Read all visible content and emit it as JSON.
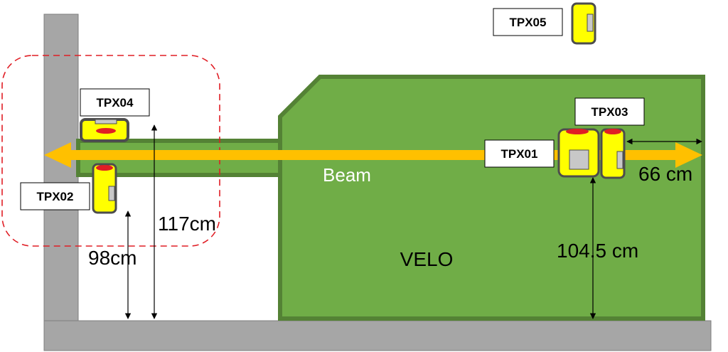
{
  "colors": {
    "wall": "#a6a6a6",
    "wall_stroke": "#7f7f7f",
    "velo_fill": "#70ad47",
    "velo_stroke": "#548235",
    "beam": "#ffc000",
    "detector": "#ffff00",
    "detector_stroke": "#4d4d4d",
    "sensor_red": "#e01e25",
    "chip_grey": "#c8c8c8",
    "dashed_region": "#e01e25"
  },
  "labels": {
    "velo": "VELO",
    "beam": "Beam"
  },
  "detectors": {
    "tpx01": "TPX01",
    "tpx02": "TPX02",
    "tpx03": "TPX03",
    "tpx04": "TPX04",
    "tpx05": "TPX05"
  },
  "measurements": {
    "tpx02_height": "98cm",
    "tpx04_height": "117cm",
    "tpx01_height": "104.5 cm",
    "tpx03_distance": "66 cm"
  }
}
